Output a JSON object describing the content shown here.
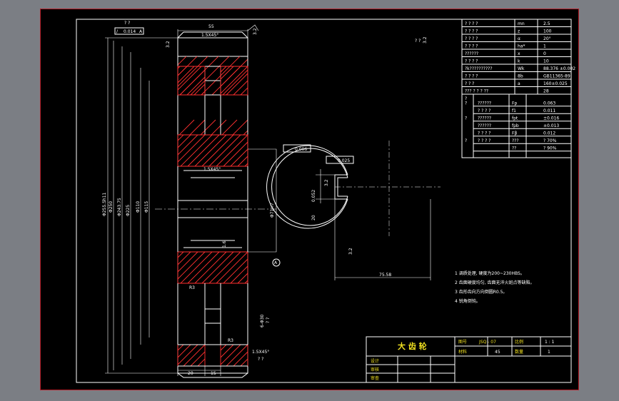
{
  "drawing": {
    "title": "大 齿 轮",
    "drawing_no_label": "图号",
    "drawing_no": "JSQ - 07",
    "scale_label": "比例",
    "scale": "1 : 1",
    "material_label": "材料",
    "material": "45",
    "qty_label": "数量",
    "qty": "1",
    "design_label": "设计",
    "check_label": "审核",
    "review_label": "审查"
  },
  "dims": {
    "width55": "55",
    "chamfer_top": "1.5X45°",
    "chamfer_mid": "1.5X45°",
    "chamfer_bot": "1.5X45°",
    "runout_box": "0.014",
    "ra_top": "3.2",
    "ra_top2": "3.2",
    "d_tip": "Φ255.5h11",
    "d250": "Φ250",
    "d243": "Φ243.75",
    "d225": "Φ225",
    "d110": "Φ110",
    "d115": "Φ115",
    "bore": "Φ71H7",
    "bore_perp": "0.006",
    "ra_bore": "1.6",
    "datum": "A",
    "r3_left": "R3",
    "r3_bot": "R3",
    "holes": "6-Φ30",
    "holes_q": "? ?",
    "w20": "20",
    "w15": "15",
    "keyway_w": "20",
    "keyway_tol": "0.052",
    "keyway_sym": "0.025",
    "ra_key1": "3.2",
    "ra_key2": "3.2",
    "keyway_depth": "75.58",
    "ra_general": "3.2",
    "q_marks": "? ?"
  },
  "notes": [
    "1 调质处理, 硬度为200~230HBS。",
    "2 齿面硬度均匀, 齿面无淬火斑点等缺陷。",
    "3 齿形齿向方向倒圆R0.5。",
    "4 锐角倒钝。"
  ],
  "param_table": [
    [
      "? ? ? ?",
      "mn",
      "2.5"
    ],
    [
      "? ? ? ?",
      "z",
      "100"
    ],
    [
      "? ? ? ?",
      "α",
      "20°"
    ],
    [
      "? ? ? ?",
      "ha*",
      "1"
    ],
    [
      "??????",
      "x",
      "0"
    ],
    [
      "? ? ? ?",
      "k",
      "10"
    ],
    [
      "?k??????????",
      "Wk",
      "88.376 ±0.002"
    ],
    [
      "? ? ? ?",
      "8b",
      "GB11365-89"
    ],
    [
      "? ? ?",
      "a",
      "160±0.025"
    ],
    [
      "??? ? ? ?  ??",
      "",
      "28"
    ]
  ],
  "tol_table": {
    "col1": "?",
    "rows": [
      [
        "?",
        "??????",
        "Fp",
        "0.063"
      ],
      [
        "",
        "? ? ? ?",
        "f1",
        "0.011"
      ],
      [
        "?",
        "??????",
        "fpt",
        "±0.016"
      ],
      [
        "",
        "??????",
        "fpb",
        "±0.013"
      ],
      [
        "",
        "? ? ? ?",
        "Fβ",
        "0.012"
      ],
      [
        "?",
        "? ? ? ?",
        "???",
        "? 70%"
      ],
      [
        "",
        "",
        "??",
        "? 90%"
      ]
    ]
  },
  "colors": {
    "line": "#4cf04c",
    "text": "#ffffff",
    "section": "#ff3030",
    "title": "#f0e020"
  }
}
